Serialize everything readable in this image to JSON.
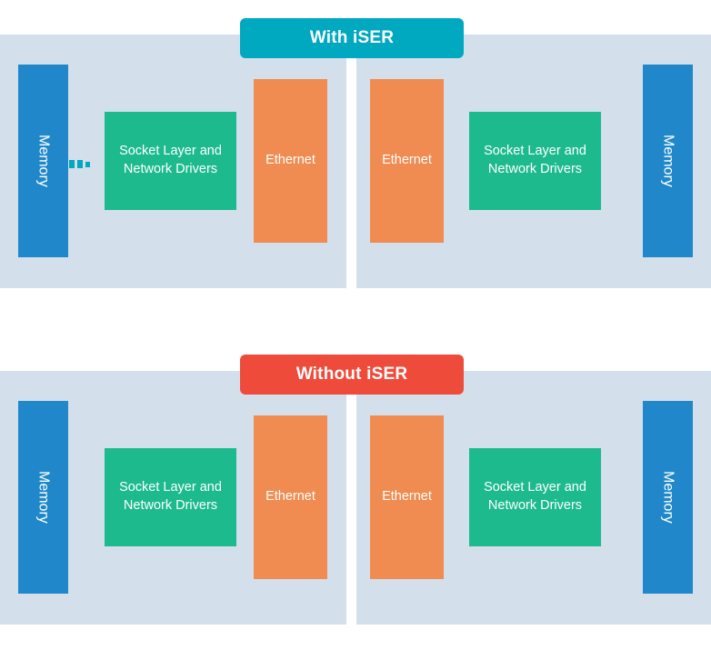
{
  "diagram": {
    "title_top": "With iSER",
    "title_bottom": "Without iSER",
    "labels": {
      "memory": "Memory",
      "socket": "Socket Layer and Network Drivers",
      "socket_line1": "Socket Layer and",
      "socket_line2": "Network Drivers",
      "ethernet": "Ethernet"
    },
    "colors": {
      "panel_background": "#d3dfea",
      "memory_blue": "#2088ca",
      "socket_green": "#1dba8e",
      "ethernet_orange": "#f08b51",
      "banner_teal": "#00a8c0",
      "banner_red": "#ee4b3a",
      "text_white": "#ffffff",
      "page_background": "#ffffff"
    },
    "sections": [
      {
        "id": "with-iser",
        "banner_label": "With iSER",
        "banner_color": "#00a8c0",
        "halves": [
          {
            "side": "left",
            "blocks": [
              "Memory",
              "Socket Layer and Network Drivers",
              "Ethernet"
            ],
            "has_connector": true
          },
          {
            "side": "right",
            "blocks": [
              "Ethernet",
              "Socket Layer and Network Drivers",
              "Memory"
            ],
            "has_connector": false
          }
        ]
      },
      {
        "id": "without-iser",
        "banner_label": "Without iSER",
        "banner_color": "#ee4b3a",
        "halves": [
          {
            "side": "left",
            "blocks": [
              "Memory",
              "Socket Layer and Network Drivers",
              "Ethernet"
            ],
            "has_connector": false
          },
          {
            "side": "right",
            "blocks": [
              "Ethernet",
              "Socket Layer and Network Drivers",
              "Memory"
            ],
            "has_connector": false
          }
        ]
      }
    ]
  }
}
